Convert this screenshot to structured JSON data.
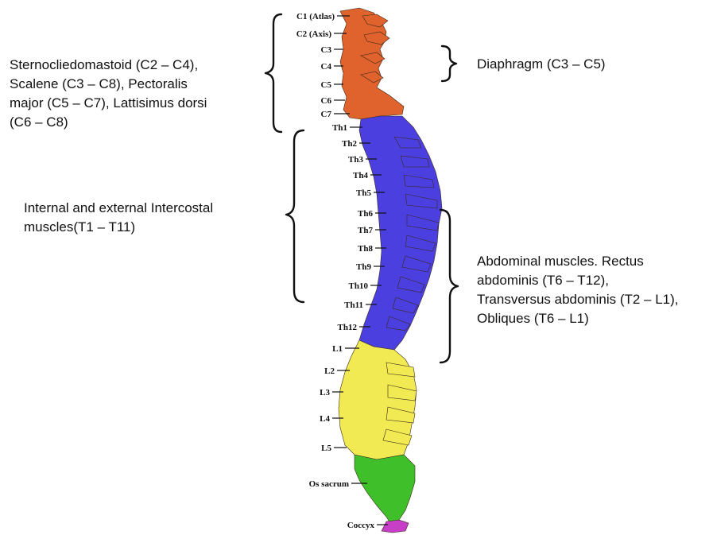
{
  "annotations": {
    "sternocleido": "Sternocliedomastoid (C2 – C4),\nScalene (C3 – C8), Pectoralis\nmajor (C5 – C7), Lattisimus dorsi\n(C6 – C8)",
    "diaphragm": "Diaphragm (C3 – C5)",
    "intercostal": "Internal and external Intercostal\nmuscles(T1 – T11)",
    "abdominal": "Abdominal muscles. Rectus\nabdominis (T6 – T12),\nTransversus abdominis (T2 – L1),\nObliques (T6 – L1)"
  },
  "vertebrae": {
    "cervical": [
      "C1 (Atlas)",
      "C2 (Axis)",
      "C3",
      "C4",
      "C5",
      "C6",
      "C7"
    ],
    "thoracic": [
      "Th1",
      "Th2",
      "Th3",
      "Th4",
      "Th5",
      "Th6",
      "Th7",
      "Th8",
      "Th9",
      "Th10",
      "Th11",
      "Th12"
    ],
    "lumbar": [
      "L1",
      "L2",
      "L3",
      "L4",
      "L5"
    ],
    "sacrum": "Os sacrum",
    "coccyx": "Coccyx"
  },
  "colors": {
    "cervical": "#e0622c",
    "thoracic": "#4b3fe0",
    "lumbar": "#f1ea52",
    "sacrum": "#3fbf2a",
    "coccyx": "#c63fc6"
  }
}
